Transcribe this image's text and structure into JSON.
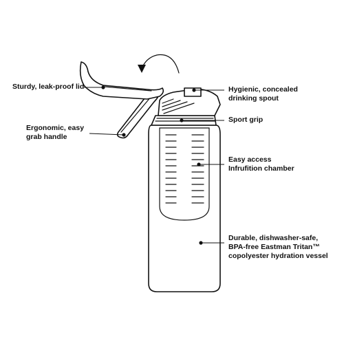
{
  "callouts": {
    "lid": {
      "lines": [
        "Sturdy, leak-proof lid"
      ]
    },
    "handle": {
      "lines": [
        "Ergonomic, easy",
        "grab handle"
      ]
    },
    "spout": {
      "lines": [
        "Hygienic, concealed",
        "drinking spout"
      ]
    },
    "grip": {
      "lines": [
        "Sport grip"
      ]
    },
    "chamber": {
      "lines": [
        "Easy access",
        "Infrufition chamber"
      ]
    },
    "vessel": {
      "lines": [
        "Durable, dishwasher-safe,",
        "BPA-free Eastman Tritan™",
        "copolyester hydration vessel"
      ]
    }
  },
  "colors": {
    "line": "#111111",
    "background": "#ffffff"
  },
  "icons": {
    "rotate": "rotate-arrow-icon"
  }
}
